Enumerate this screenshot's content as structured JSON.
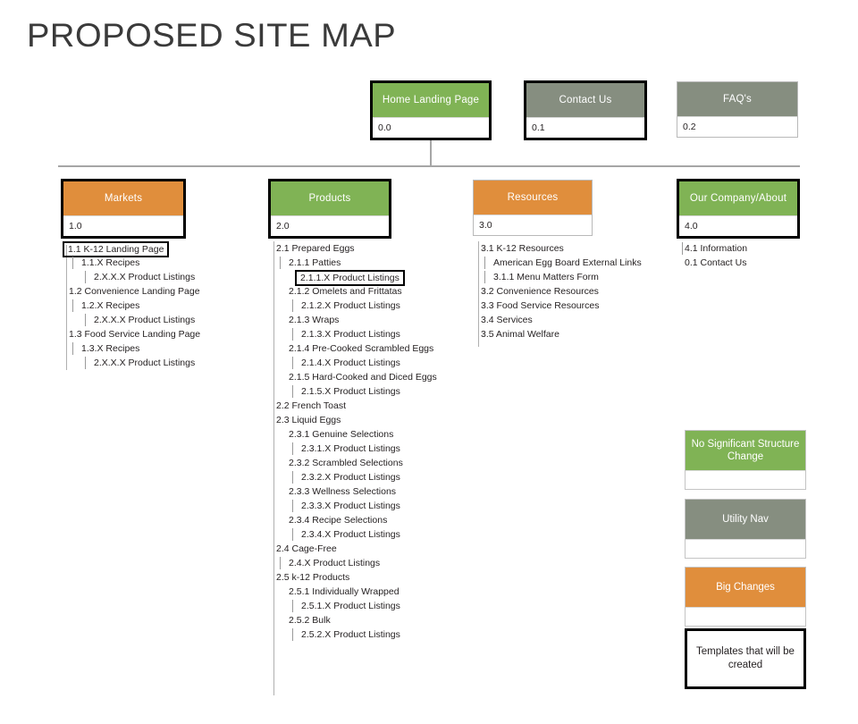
{
  "page": {
    "title": "PROPOSED SITE MAP"
  },
  "colors": {
    "green": "#80b355",
    "orange": "#e08e3c",
    "gray": "#868e80",
    "border_strong": "#000000",
    "border_light": "#b9b9b9",
    "connector": "#a6a6a6",
    "text": "#231f20"
  },
  "top_row": [
    {
      "label": "Home Landing Page",
      "id": "0.0",
      "fill": "green",
      "border": "thick"
    },
    {
      "label": "Contact Us",
      "id": "0.1",
      "fill": "gray",
      "border": "thick"
    },
    {
      "label": "FAQ's",
      "id": "0.2",
      "fill": "gray",
      "border": "thin"
    }
  ],
  "categories": [
    {
      "label": "Markets",
      "id": "1.0",
      "fill": "orange",
      "border": "thick"
    },
    {
      "label": "Products",
      "id": "2.0",
      "fill": "green",
      "border": "thick"
    },
    {
      "label": "Resources",
      "id": "3.0",
      "fill": "orange",
      "border": "thin"
    },
    {
      "label": "Our Company/About",
      "id": "4.0",
      "fill": "green",
      "border": "thick"
    }
  ],
  "columns": [
    {
      "name": "markets",
      "items": [
        {
          "text": "1.1 K-12 Landing Page",
          "level": 0,
          "boxed": true,
          "tick": false
        },
        {
          "text": "1.1.X Recipes",
          "level": 1,
          "boxed": false,
          "tick": true
        },
        {
          "text": "2.X.X.X Product Listings",
          "level": 2,
          "boxed": false,
          "tick": true
        },
        {
          "text": "1.2 Convenience Landing Page",
          "level": 0,
          "boxed": false,
          "tick": false
        },
        {
          "text": "1.2.X Recipes",
          "level": 1,
          "boxed": false,
          "tick": true
        },
        {
          "text": "2.X.X.X Product Listings",
          "level": 2,
          "boxed": false,
          "tick": true
        },
        {
          "text": "1.3 Food Service Landing Page",
          "level": 0,
          "boxed": false,
          "tick": false
        },
        {
          "text": "1.3.X Recipes",
          "level": 1,
          "boxed": false,
          "tick": true
        },
        {
          "text": "2.X.X.X Product Listings",
          "level": 2,
          "boxed": false,
          "tick": true
        }
      ]
    },
    {
      "name": "products",
      "items": [
        {
          "text": "2.1 Prepared Eggs",
          "level": 0,
          "boxed": false,
          "tick": false
        },
        {
          "text": "2.1.1 Patties",
          "level": 1,
          "boxed": false,
          "tick": true
        },
        {
          "text": "2.1.1.X Product Listings",
          "level": 2,
          "boxed": true,
          "tick": false
        },
        {
          "text": "2.1.2 Omelets and Frittatas",
          "level": 1,
          "boxed": false,
          "tick": false
        },
        {
          "text": "2.1.2.X Product Listings",
          "level": 2,
          "boxed": false,
          "tick": true
        },
        {
          "text": "2.1.3 Wraps",
          "level": 1,
          "boxed": false,
          "tick": false
        },
        {
          "text": "2.1.3.X Product Listings",
          "level": 2,
          "boxed": false,
          "tick": true
        },
        {
          "text": "2.1.4 Pre-Cooked Scrambled Eggs",
          "level": 1,
          "boxed": false,
          "tick": false
        },
        {
          "text": "2.1.4.X Product Listings",
          "level": 2,
          "boxed": false,
          "tick": true
        },
        {
          "text": "2.1.5 Hard-Cooked and Diced Eggs",
          "level": 1,
          "boxed": false,
          "tick": false
        },
        {
          "text": "2.1.5.X Product Listings",
          "level": 2,
          "boxed": false,
          "tick": true
        },
        {
          "text": "2.2 French Toast",
          "level": 0,
          "boxed": false,
          "tick": false
        },
        {
          "text": "2.3 Liquid Eggs",
          "level": 0,
          "boxed": false,
          "tick": false
        },
        {
          "text": "2.3.1 Genuine Selections",
          "level": 1,
          "boxed": false,
          "tick": false
        },
        {
          "text": "2.3.1.X Product Listings",
          "level": 2,
          "boxed": false,
          "tick": true
        },
        {
          "text": "2.3.2 Scrambled Selections",
          "level": 1,
          "boxed": false,
          "tick": false
        },
        {
          "text": "2.3.2.X Product Listings",
          "level": 2,
          "boxed": false,
          "tick": true
        },
        {
          "text": "2.3.3 Wellness Selections",
          "level": 1,
          "boxed": false,
          "tick": false
        },
        {
          "text": "2.3.3.X Product Listings",
          "level": 2,
          "boxed": false,
          "tick": true
        },
        {
          "text": "2.3.4 Recipe Selections",
          "level": 1,
          "boxed": false,
          "tick": false
        },
        {
          "text": "2.3.4.X Product Listings",
          "level": 2,
          "boxed": false,
          "tick": true
        },
        {
          "text": "2.4 Cage-Free",
          "level": 0,
          "boxed": false,
          "tick": false
        },
        {
          "text": "2.4.X Product Listings",
          "level": 1,
          "boxed": false,
          "tick": true
        },
        {
          "text": "2.5 k-12 Products",
          "level": 0,
          "boxed": false,
          "tick": false
        },
        {
          "text": "2.5.1 Individually Wrapped",
          "level": 1,
          "boxed": false,
          "tick": false
        },
        {
          "text": "2.5.1.X Product Listings",
          "level": 2,
          "boxed": false,
          "tick": true
        },
        {
          "text": "2.5.2 Bulk",
          "level": 1,
          "boxed": false,
          "tick": false
        },
        {
          "text": "2.5.2.X Product Listings",
          "level": 2,
          "boxed": false,
          "tick": true
        }
      ]
    },
    {
      "name": "resources",
      "items": [
        {
          "text": "3.1 K-12 Resources",
          "level": 0,
          "boxed": false,
          "tick": false
        },
        {
          "text": "American Egg Board External Links",
          "level": 1,
          "boxed": false,
          "tick": true
        },
        {
          "text": "3.1.1 Menu Matters Form",
          "level": 1,
          "boxed": false,
          "tick": true
        },
        {
          "text": "3.2 Convenience Resources",
          "level": 0,
          "boxed": false,
          "tick": false
        },
        {
          "text": "3.3 Food Service Resources",
          "level": 0,
          "boxed": false,
          "tick": false
        },
        {
          "text": "3.4 Services",
          "level": 0,
          "boxed": false,
          "tick": false
        },
        {
          "text": "3.5 Animal Welfare",
          "level": 0,
          "boxed": false,
          "tick": false
        }
      ]
    },
    {
      "name": "our-company",
      "items": [
        {
          "text": "4.1 Information",
          "level": 0,
          "boxed": false,
          "tick": true
        },
        {
          "text": "0.1 Contact Us",
          "level": 0,
          "boxed": false,
          "tick": false
        }
      ]
    }
  ],
  "legend": [
    {
      "label": "No Significant Structure Change",
      "fill": "green",
      "border": "thin",
      "style": "filled"
    },
    {
      "label": "Utility Nav",
      "fill": "gray",
      "border": "thin",
      "style": "filled"
    },
    {
      "label": "Big Changes",
      "fill": "orange",
      "border": "thin",
      "style": "filled"
    },
    {
      "label": "Templates that will be created",
      "fill": "none",
      "border": "thick",
      "style": "plain"
    }
  ]
}
